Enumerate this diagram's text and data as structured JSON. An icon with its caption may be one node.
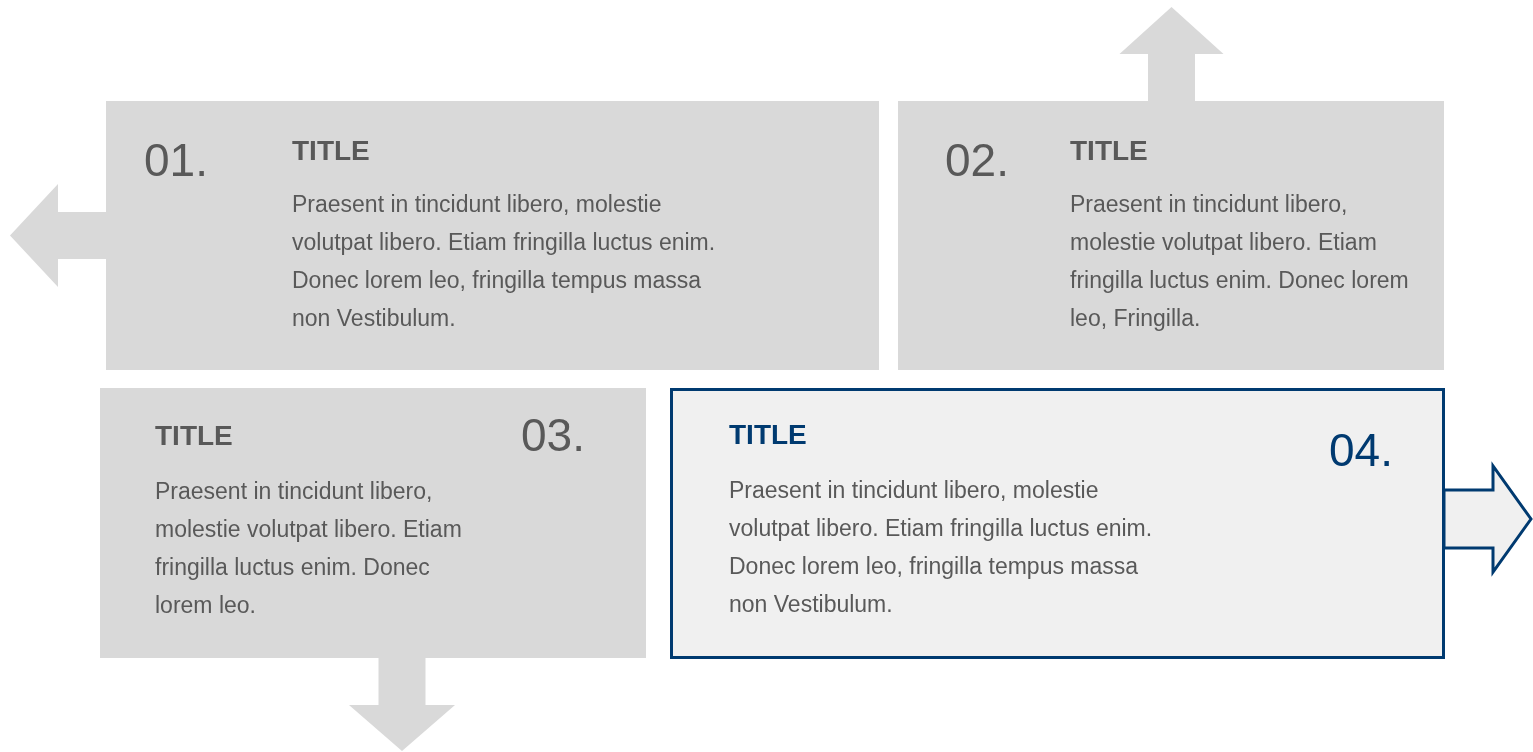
{
  "diagram": {
    "nodes": [
      {
        "text": [
          "01.",
          "TITLE",
          "Praesent in tincidunt libero, molestie volutpat libero. Etiam fringilla luctus enim. Donec lorem leo, fringilla tempus massa non Vestibulum."
        ]
      },
      {
        "text": [
          "02.",
          "TITLE",
          "Praesent in tincidunt libero, molestie volutpat libero. Etiam fringilla luctus enim. Donec lorem leo, Fringilla."
        ]
      },
      {
        "text": [
          "TITLE",
          "03.",
          "Praesent in tincidunt libero, molestie volutpat libero. Etiam fringilla luctus enim. Donec lorem leo."
        ]
      },
      {
        "text": [
          "04.",
          "TITLE",
          "Praesent in tincidunt libero, molestie volutpat libero. Etiam fringilla luctus enim. Donec lorem leo, fringilla tempus massa non Vestibulum."
        ]
      }
    ],
    "edges": [
      {
        "from": 0,
        "to": null,
        "arrow": "to",
        "style": "thick"
      },
      {
        "from": 1,
        "to": null,
        "arrow": "to",
        "style": "thick"
      },
      {
        "from": 2,
        "to": null,
        "arrow": "to",
        "style": "thick"
      },
      {
        "from": 3,
        "to": null,
        "arrow": "to",
        "style": "thick",
        "color": "#003a70"
      }
    ]
  }
}
